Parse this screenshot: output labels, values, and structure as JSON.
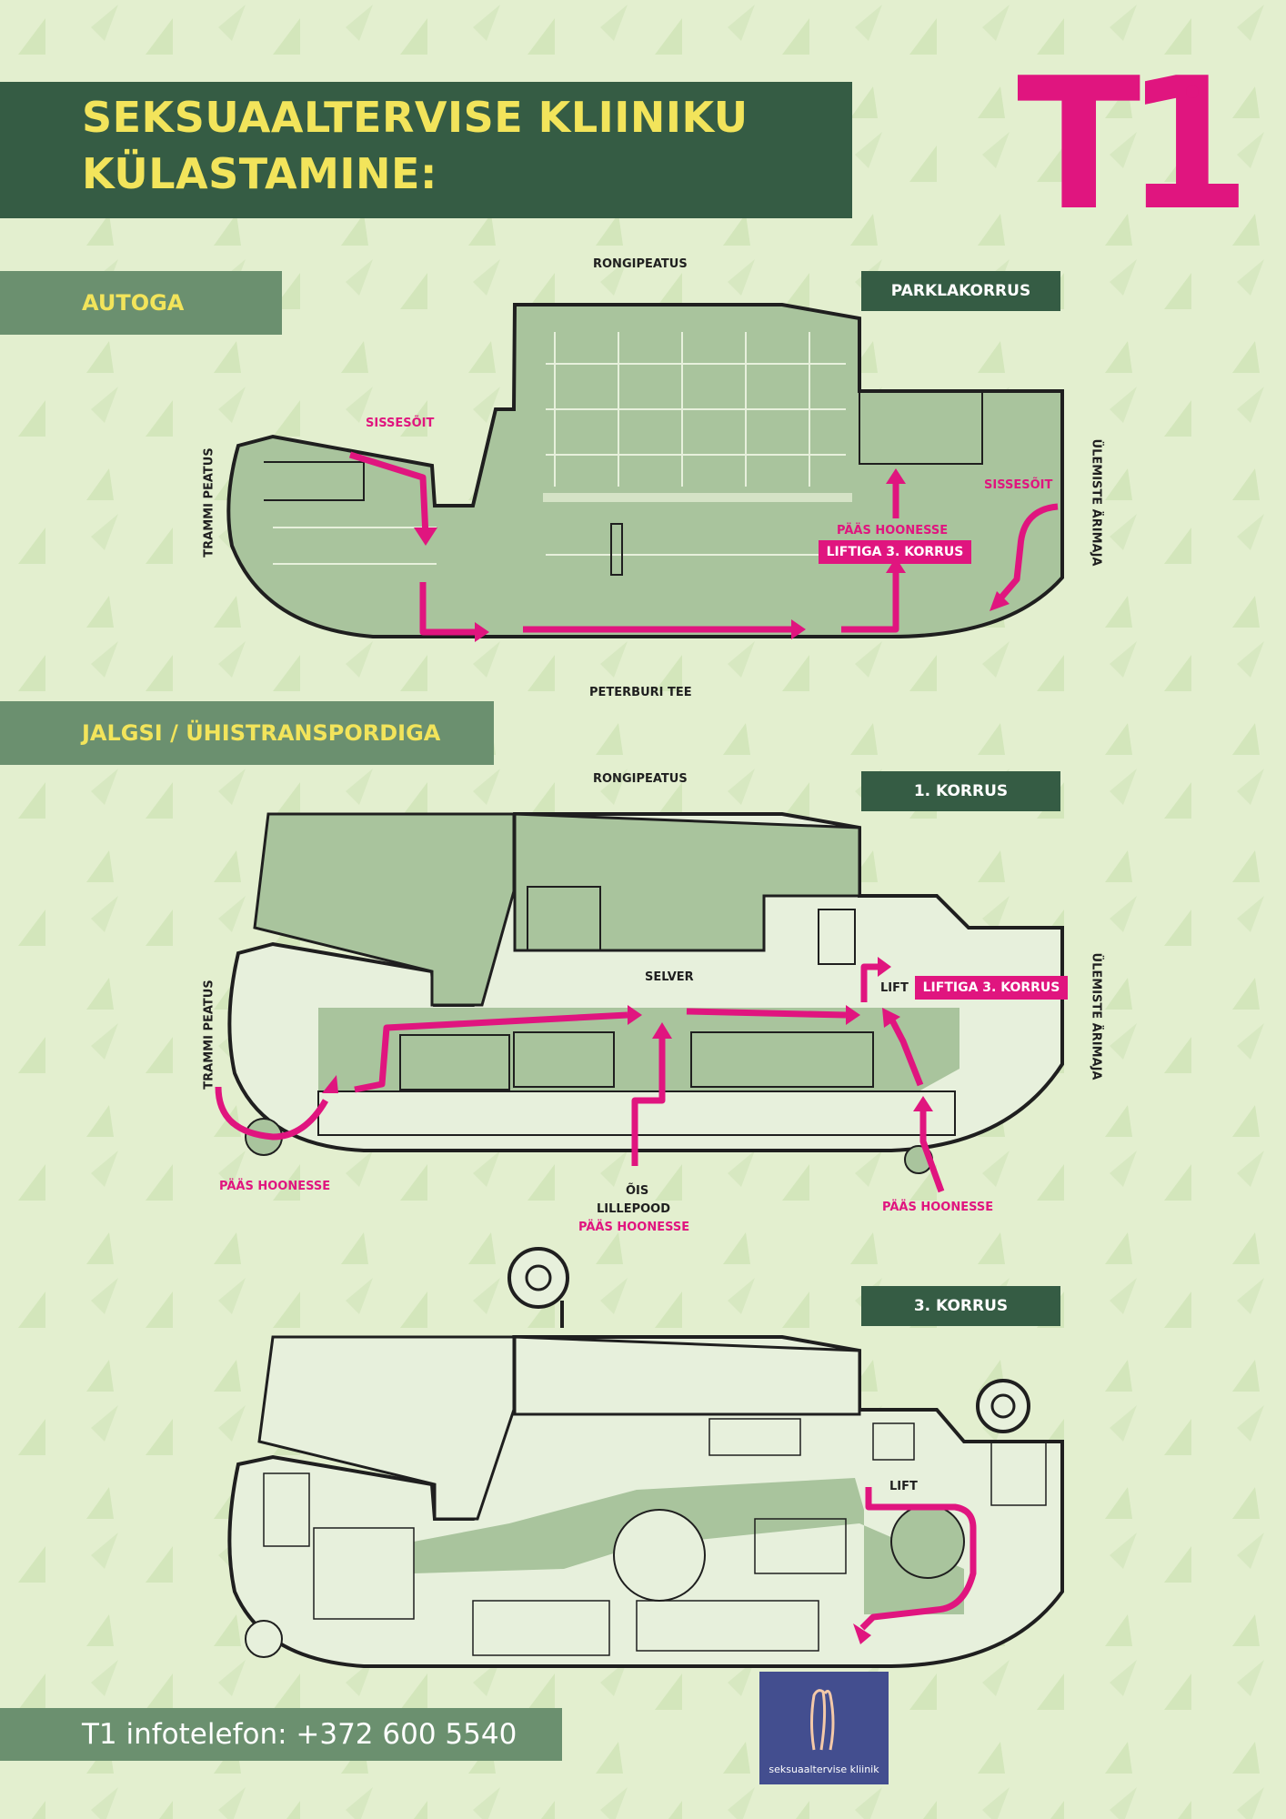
{
  "title": {
    "line1": "SEKSUAALTERVISE KLIINIKU",
    "line2": "KÜLASTAMINE:"
  },
  "logo": {
    "text": "T1",
    "color": "#e0157f"
  },
  "sections": {
    "car": "AUTOGA",
    "walk": "JALGSI / ÜHISTRANSPORDIGA"
  },
  "floors": {
    "parking": "PARKLAKORRUS",
    "first": "1. KORRUS",
    "third": "3. KORRUS"
  },
  "map_parking": {
    "north": "RONGIPEATUS",
    "south": "PETERBURI TEE",
    "west": "TRAMMI PEATUS",
    "east": "ÜLEMISTE ÄRIMAJA",
    "entry_left": "SISSESÕIT",
    "entry_right": "SISSESÕIT",
    "entrance": "PÄÄS HOONESSE",
    "lift_box": "LIFTIGA 3. KORRUS"
  },
  "map_first": {
    "north": "RONGIPEATUS",
    "west": "TRAMMI PEATUS",
    "east": "ÜLEMISTE ÄRIMAJA",
    "store": "SELVER",
    "lift": "LIFT",
    "lift_box": "LIFTIGA 3. KORRUS",
    "entrance_left": "PÄÄS HOONESSE",
    "flower_1": "ÕIS",
    "flower_2": "LILLEPOOD",
    "entrance_mid": "PÄÄS HOONESSE",
    "entrance_right": "PÄÄS HOONESSE"
  },
  "map_third": {
    "lift": "LIFT"
  },
  "footer": {
    "phone": "T1 infotelefon: +372 600 5540",
    "clinic": "seksuaaltervise kliinik"
  },
  "colors": {
    "dark_green": "#355c44",
    "mid_green": "#6b906f",
    "map_fill": "#a9c49d",
    "route": "#e0157f",
    "title_yellow": "#f2e45b",
    "badge_blue": "#434e8f"
  }
}
